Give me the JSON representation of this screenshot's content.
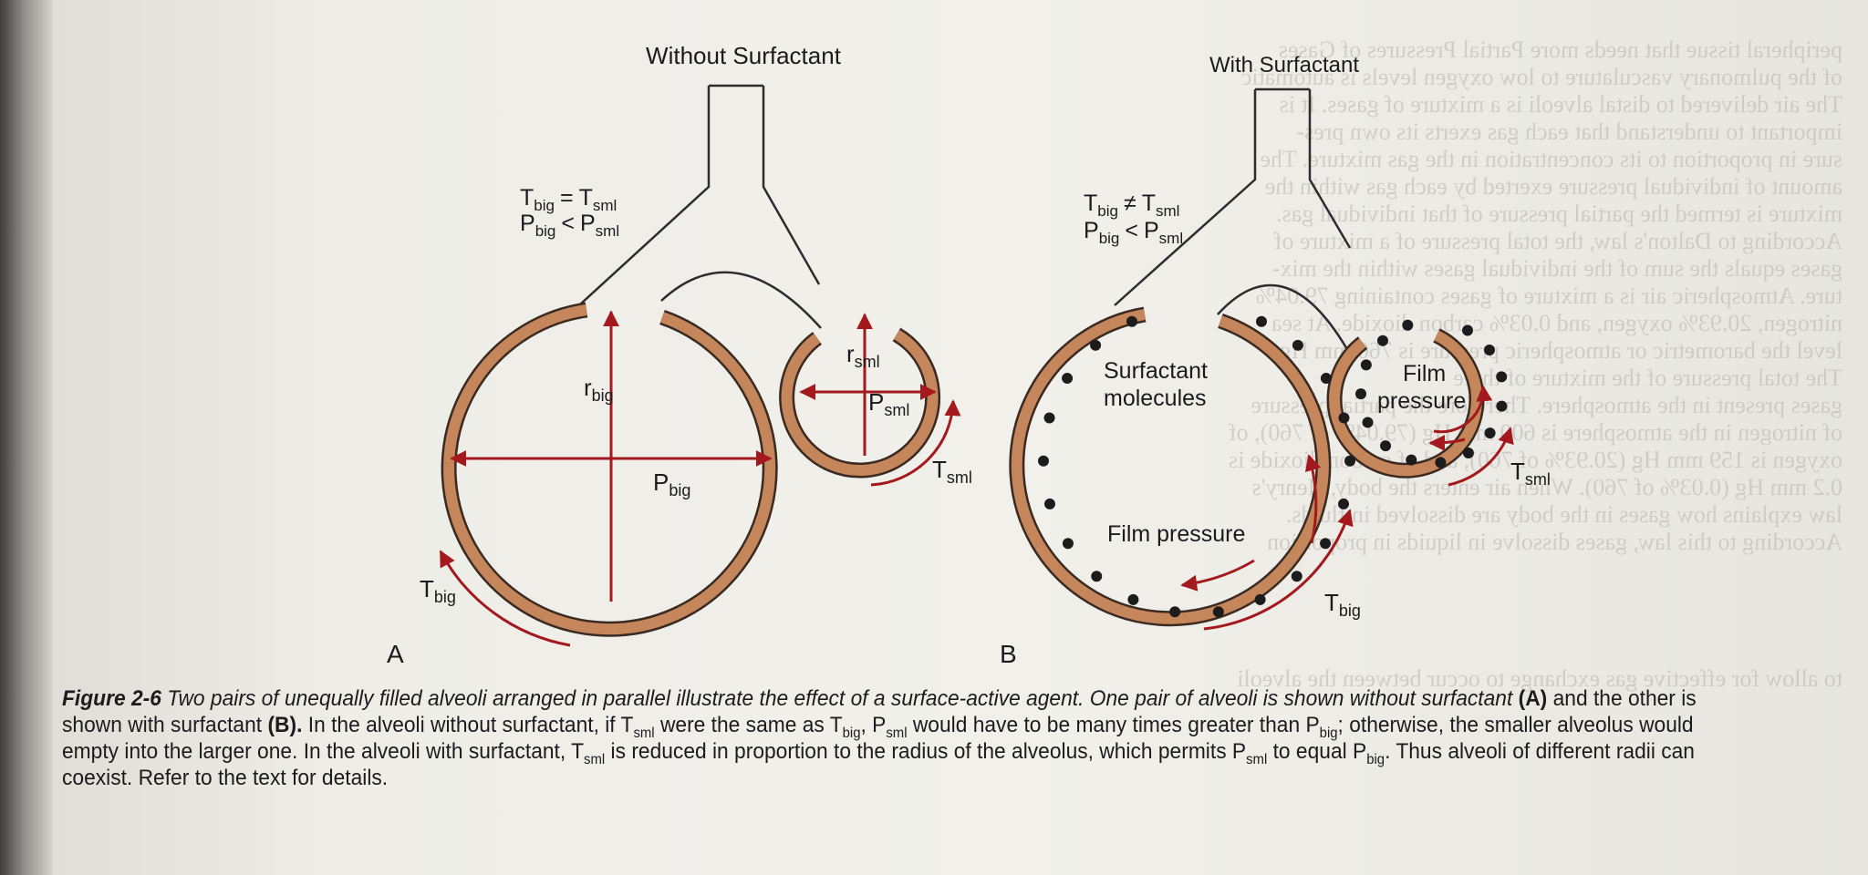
{
  "figure": {
    "left_panel": {
      "title": "Without Surfactant",
      "equation_1": {
        "a": "T",
        "a_sub": "big",
        "op": "=",
        "b": "T",
        "b_sub": "sml"
      },
      "equation_2": {
        "a": "P",
        "a_sub": "big",
        "op": "<",
        "b": "P",
        "b_sub": "sml"
      },
      "radius_big": {
        "main": "r",
        "sub": "big"
      },
      "radius_sml": {
        "main": "r",
        "sub": "sml"
      },
      "pressure_big": {
        "main": "P",
        "sub": "big"
      },
      "pressure_sml": {
        "main": "P",
        "sub": "sml"
      },
      "tension_big": {
        "main": "T",
        "sub": "big"
      },
      "tension_sml": {
        "main": "T",
        "sub": "sml"
      },
      "panel_letter": "A"
    },
    "right_panel": {
      "title": "With Surfactant",
      "equation_1": {
        "a": "T",
        "a_sub": "big",
        "op": "≠",
        "b": "T",
        "b_sub": "sml"
      },
      "equation_2": {
        "a": "P",
        "a_sub": "big",
        "op": "<",
        "b": "P",
        "b_sub": "sml"
      },
      "surfactant_label_1": "Surfactant",
      "surfactant_label_2": "molecules",
      "film_pressure_big": "Film pressure",
      "film_pressure_sml_1": "Film",
      "film_pressure_sml_2": "pressure",
      "tension_big": {
        "main": "T",
        "sub": "big"
      },
      "tension_sml": {
        "main": "T",
        "sub": "sml"
      },
      "panel_letter": "B"
    },
    "colors": {
      "wall_fill": "#c4865a",
      "wall_stroke": "#3a2a22",
      "arrow_red": "#a3191d",
      "molecule": "#1c1c1c"
    }
  },
  "caption": {
    "fig_no": "Figure 2-6",
    "fig_title": "Two pairs of unequally filled alveoli arranged in parallel illustrate the effect of a surface-active agent. One pair of alveoli is shown without surfactant",
    "ref_a": "(A)",
    "t2": "and the other is shown with surfactant",
    "ref_b": "(B).",
    "t3": "In the alveoli without surfactant, if T",
    "s1": "sml",
    "t4": "were the same as T",
    "s2": "big",
    "t5": ", P",
    "s3": "sml",
    "t6": "would have to be many times greater than P",
    "s4": "big",
    "t7": "; otherwise, the smaller alveolus would empty into the larger one. In the alveoli with surfactant, T",
    "s5": "sml",
    "t8": "is reduced in proportion to the radius of the alveolus, which permits P",
    "s6": "sml",
    "t9": "to equal P",
    "s7": "big",
    "t10": ". Thus alveoli of different radii can coexist. Refer to the text for details."
  },
  "bleed_through": [
    "peripheral tissue that needs more         Partial Pressures of Gases",
    "of the pulmonary vasculature to low oxygen levels is automatic",
    "The air delivered to distal alveoli is a mixture of gases. It is",
    "important to understand that each gas exerts its own pres-",
    "sure in proportion to its concentration in the gas mixture. The",
    "amount of individual pressure exerted by each gas within the",
    "mixture is termed the partial pressure of that individual gas.",
    "According to Dalton's law, the total pressure of a mixture of",
    "gases equals the sum of the individual gases within the mix-",
    "ture. Atmospheric air is a mixture of gases containing 79.04%",
    "nitrogen, 20.93% oxygen, and 0.03% carbon dioxide. At sea",
    "level the barometric or atmospheric pressure is 760 mm Hg.",
    "The total pressure of the mixture of three",
    "gases present in the atmosphere. Therefore the partial pressure",
    "of nitrogen in the atmosphere is 600 mm Hg (79.04% of 760), of",
    "oxygen is 159 mm Hg (20.93% of 760), and of carbon dioxide is",
    "0.2 mm Hg (0.03% of 760). When air enters the body, Henry's",
    "law explains how gases in the body are dissolved in fluids.",
    "According to this law, gases dissolve in liquids in proportion",
    "",
    "",
    "",
    "",
    "to allow for effective gas exchange to occur between the alveoli"
  ]
}
